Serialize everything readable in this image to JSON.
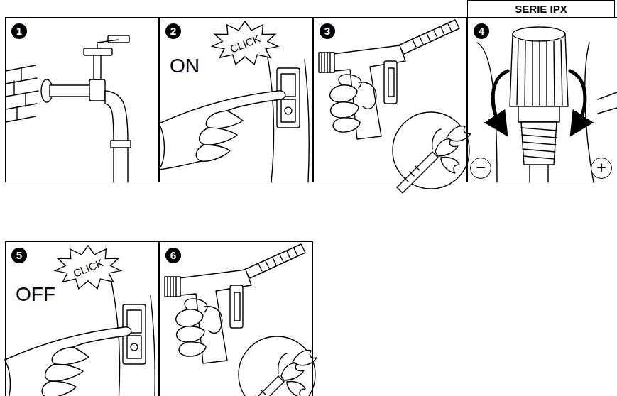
{
  "diagram": {
    "nodes": [
      {
        "text": [
          "1"
        ]
      },
      {
        "text": [
          "2",
          "ON"
        ]
      },
      {
        "text": [
          "CLICK"
        ],
        "in": 1
      },
      {
        "text": [
          "3"
        ]
      },
      {
        "text": [
          "SERIE IPX"
        ]
      },
      {
        "text": [
          "4"
        ]
      },
      {
        "text": [
          "−"
        ],
        "in": 5
      },
      {
        "text": [
          "+"
        ],
        "in": 5
      },
      {
        "text": [
          "5",
          "OFF"
        ]
      },
      {
        "text": [
          "CLICK"
        ],
        "in": 8
      },
      {
        "text": [
          "6"
        ]
      }
    ]
  }
}
